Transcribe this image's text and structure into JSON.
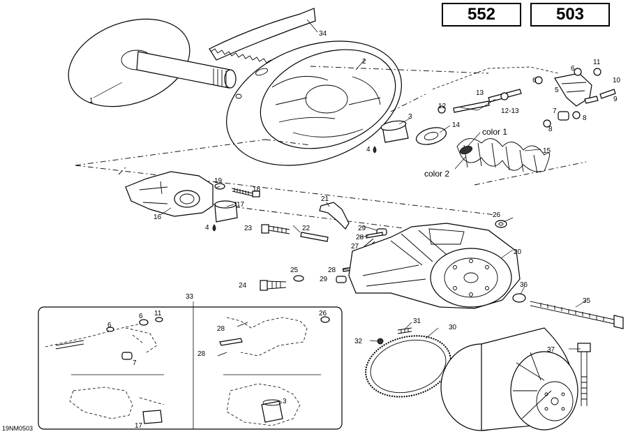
{
  "models": [
    "552",
    "503"
  ],
  "reference_code": "19NM0503",
  "color_labels": [
    "color 1",
    "color 2"
  ],
  "part_callouts": {
    "p1": "1",
    "p2": "2",
    "p3": "3",
    "p4a": "4",
    "p4b": "4",
    "p5": "5",
    "p6a": "6",
    "p6b": "6",
    "p7": "7",
    "p8a": "8",
    "p8b": "8",
    "p9": "9",
    "p10": "10",
    "p11": "11",
    "p12": "12",
    "p12_13": "12-13",
    "p13": "13",
    "p14": "14",
    "p15": "15",
    "p16": "16",
    "p17": "17",
    "p18": "18",
    "p19": "19",
    "p20": "20",
    "p21": "21",
    "p22": "22",
    "p23": "23",
    "p24": "24",
    "p25": "25",
    "p26": "26",
    "p27": "27",
    "p28a": "28",
    "p28b": "28",
    "p29a": "29",
    "p29b": "29",
    "p30": "30",
    "p31": "31",
    "p32": "32",
    "p33": "33",
    "p34": "34",
    "p35": "35",
    "p36": "36",
    "p37": "37"
  },
  "inset_callouts": {
    "i6a": "6",
    "i11": "11",
    "i6b": "6",
    "i7": "7",
    "i26": "26",
    "i28a": "28",
    "i28b": "28",
    "i3": "3",
    "i17": "17"
  }
}
